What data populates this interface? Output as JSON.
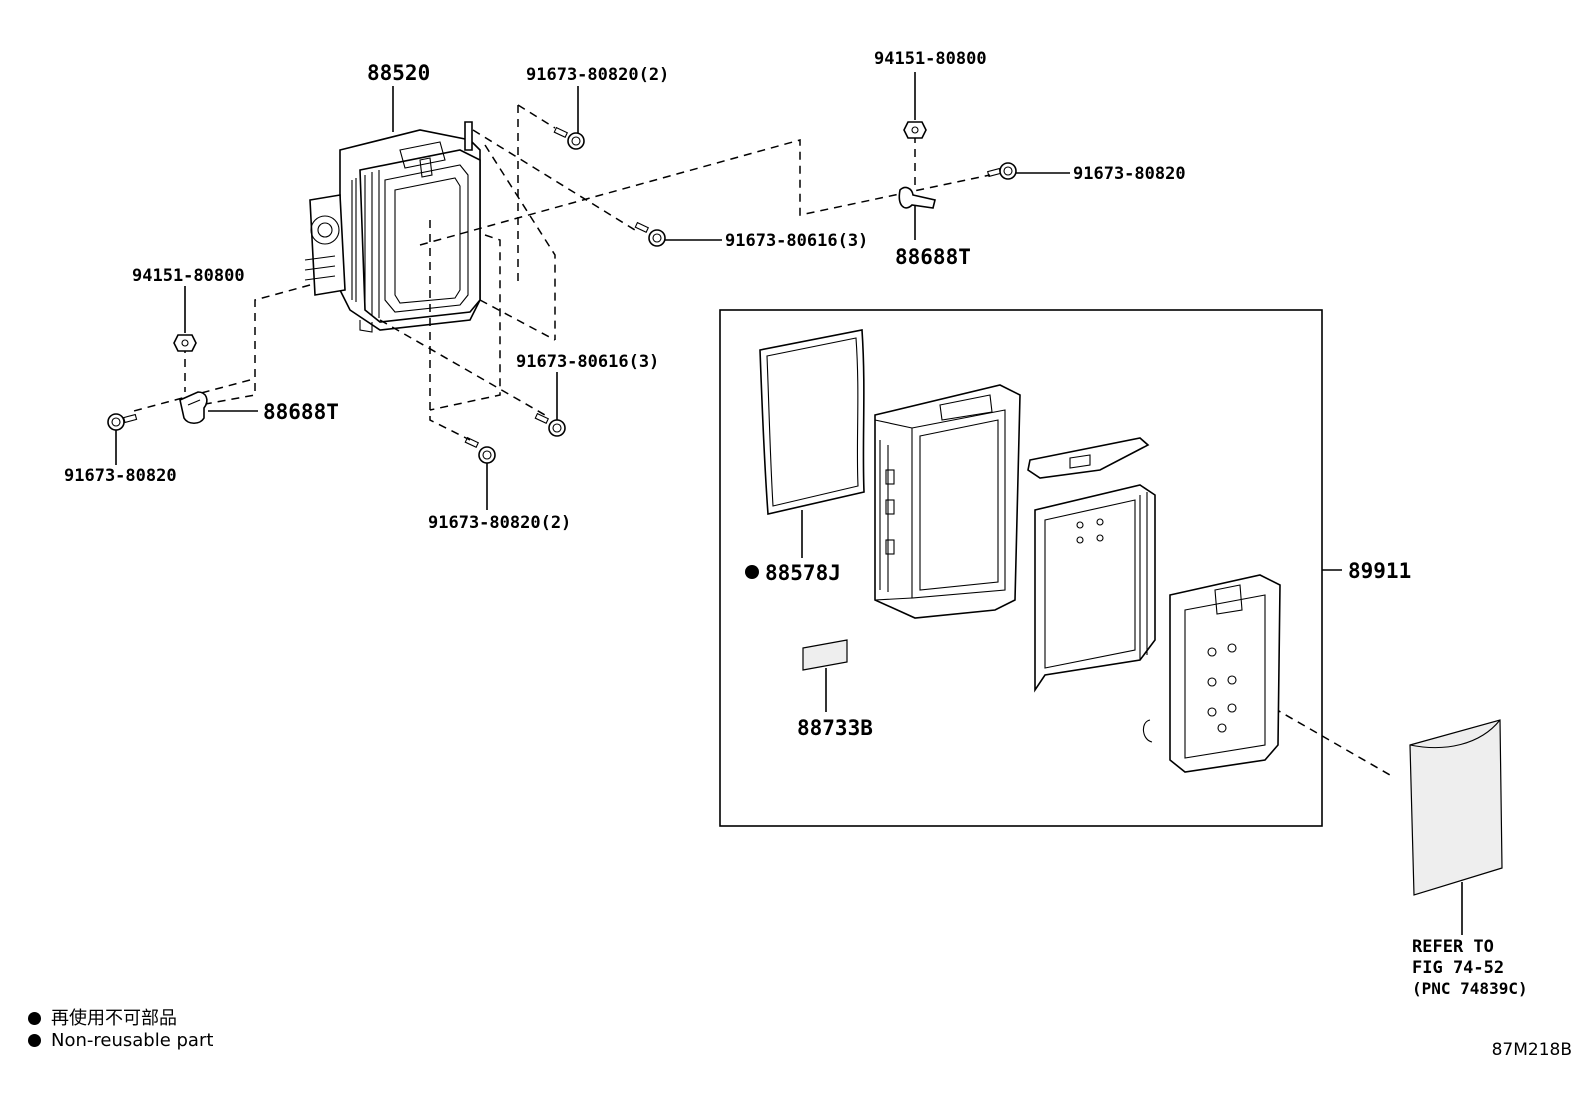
{
  "labels": {
    "p88520": "88520",
    "p91673_80820_2_top": "91673-80820(2)",
    "p94151_80800_top": "94151-80800",
    "p91673_80820_right": "91673-80820",
    "p91673_80616_3_top": "91673-80616(3)",
    "p88688T_right": "88688T",
    "p94151_80800_left": "94151-80800",
    "p88688T_left": "88688T",
    "p91673_80820_left": "91673-80820",
    "p91673_80616_3_mid": "91673-80616(3)",
    "p91673_80820_2_bottom": "91673-80820(2)",
    "p88578J": "88578J",
    "p89911": "89911",
    "p88733B": "88733B",
    "refer_line1": "REFER TO",
    "refer_line2": "FIG 74-52",
    "refer_line3": "(PNC 74839C)"
  },
  "legend": {
    "jp": "再使用不可部品",
    "en": "Non-reusable part"
  },
  "figure_code": "87M218B"
}
